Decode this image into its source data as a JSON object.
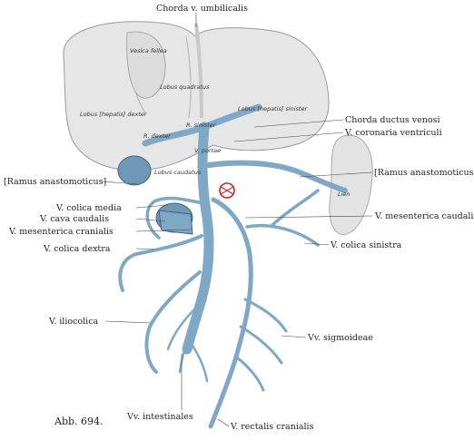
{
  "figure": {
    "caption": "Abb. 694."
  },
  "labels": {
    "chorda_umbilicalis": "Chorda v. umbilicalis",
    "chorda_ductus": "Chorda ductus venosi",
    "coronaria": "V. coronaria ventriculi",
    "ramus_left": "[Ramus anastomoticus]",
    "ramus_right": "[Ramus anastomoticus]",
    "colica_media": "V. colica media",
    "cava_caudalis": "V. cava caudalis",
    "mes_cranialis": "V. mesenterica cranialis",
    "mes_caudalis": "V. mesenterica caudalis",
    "colica_sinistra": "V. colica sinistra",
    "colica_dextra": "V. colica dextra",
    "iliocolica": "V. iliocolica",
    "sigmoideae": "Vv. sigmoideae",
    "intestinales": "Vv. intestinales",
    "rectalis": "V. rectalis cranialis"
  },
  "organs": {
    "vesica": "Vesica fellea",
    "quadratus": "Lobus quadratus",
    "dexter": "Lobus [hepatis] dexter",
    "sinister": "Lobus [hepatis] sinister",
    "r_dexter": "R. dexter",
    "r_sinister": "R. sinister",
    "caudatus": "Lobus caudatus",
    "portae": "V. portae",
    "lien": "Lien"
  },
  "colors": {
    "vein": "#7fa8c6",
    "vein_dark": "#3d6480",
    "liver": "#e7e7e7",
    "marker": "#d0202a"
  }
}
